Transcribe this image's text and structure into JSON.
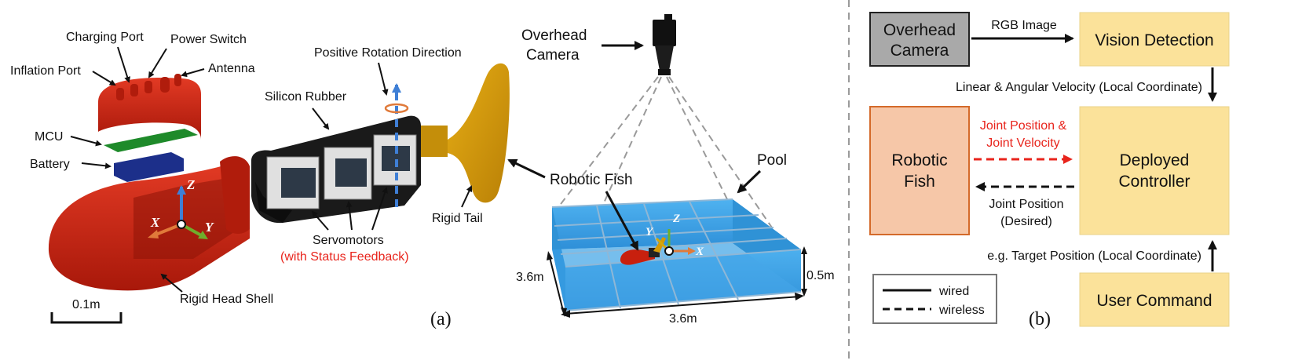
{
  "colors": {
    "shell_red": "#c8200e",
    "pcb_green": "#1e8a2a",
    "battery_blue": "#1c2f8a",
    "tail_yellow": "#d49a07",
    "pool_blue": "#3aa0e6",
    "box_gray": "#a9a9a9",
    "box_yellow": "#fbe29a",
    "box_orange": "#f6c7a8",
    "accent_red": "#e8241c"
  },
  "panel_a": {
    "tag": "(a)",
    "parts": {
      "charging_port": "Charging Port",
      "power_switch": "Power Switch",
      "inflation_port": "Inflation Port",
      "antenna": "Antenna",
      "mcu": "MCU",
      "battery": "Battery",
      "silicon_rubber": "Silicon Rubber",
      "positive_rotation": "Positive Rotation Direction",
      "servomotors": "Servomotors",
      "status_feedback": "(with Status Feedback)",
      "rigid_tail": "Rigid Tail",
      "rigid_head_shell": "Rigid Head Shell",
      "scale_bar": "0.1m",
      "overhead_camera_line1": "Overhead",
      "overhead_camera_line2": "Camera",
      "robotic_fish": "Robotic Fish",
      "pool": "Pool"
    },
    "axes": {
      "x": "X",
      "y": "Y",
      "z": "Z"
    },
    "pool_dims": {
      "depth": "3.6m",
      "width": "3.6m",
      "height": "0.5m"
    }
  },
  "panel_b": {
    "tag": "(b)",
    "boxes": {
      "overhead_camera_1": "Overhead",
      "overhead_camera_2": "Camera",
      "vision_detection": "Vision Detection",
      "robotic_fish_1": "Robotic",
      "robotic_fish_2": "Fish",
      "controller_1": "Deployed",
      "controller_2": "Controller",
      "user_command": "User Command"
    },
    "edges": {
      "rgb_image": "RGB Image",
      "velocity": "Linear & Angular Velocity (Local Coordinate)",
      "joint_state_1": "Joint Position &",
      "joint_state_2": "Joint Velocity",
      "joint_desired_1": "Joint Position",
      "joint_desired_2": "(Desired)",
      "target_position": "e.g. Target Position (Local Coordinate)"
    },
    "legend": {
      "wired": "wired",
      "wireless": "wireless"
    }
  }
}
